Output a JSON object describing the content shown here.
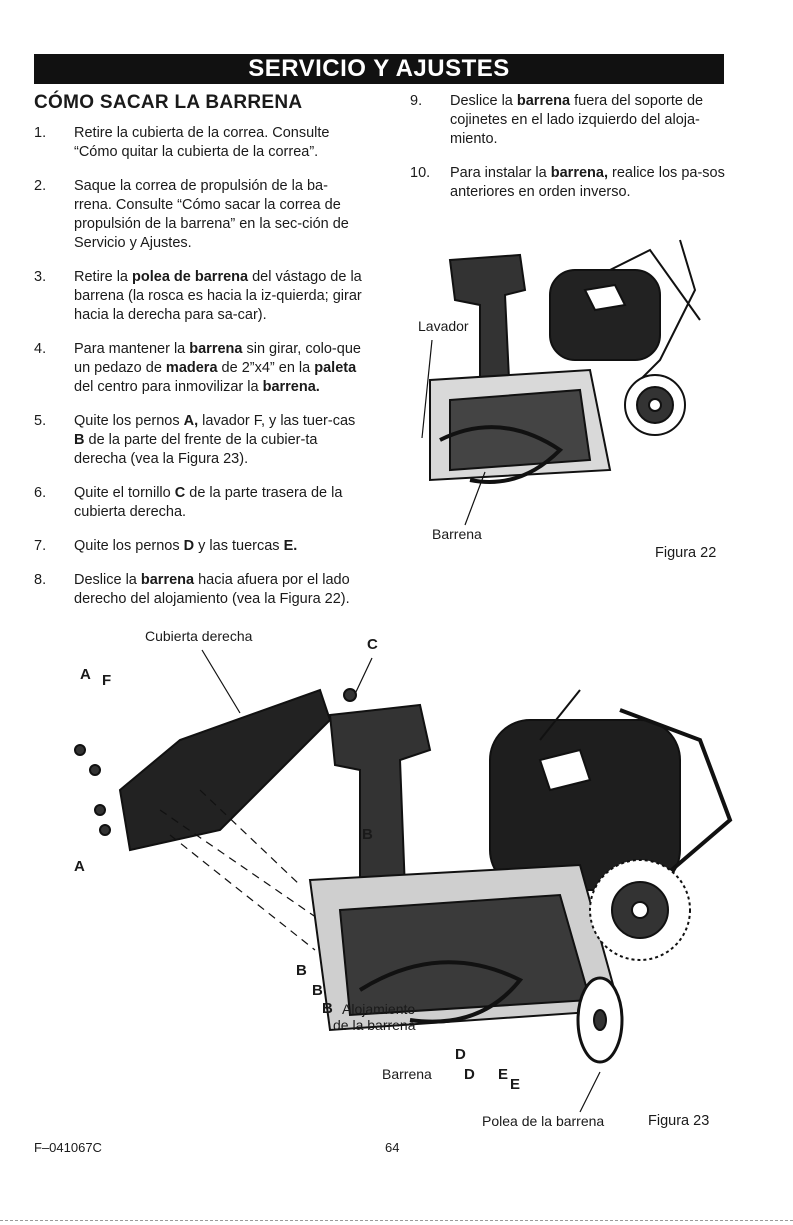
{
  "banner": "SERVICIO Y AJUSTES",
  "section_title": "CÓMO SACAR LA BARRENA",
  "steps_left": [
    {
      "num": "1.",
      "parts": [
        {
          "t": "Retire la cubierta de la correa. Consulte “Cómo quitar la cubierta de la correa”."
        }
      ]
    },
    {
      "num": "2.",
      "parts": [
        {
          "t": "Saque la correa de propulsión de la ba-rrena. Consulte “Cómo sacar la correa de propulsión de la barrena” en la sec-ción de Servicio y Ajustes."
        }
      ]
    },
    {
      "num": "3.",
      "parts": [
        {
          "t": "Retire la "
        },
        {
          "t": "polea de barrena",
          "b": true
        },
        {
          "t": " del vástago de la barrena (la rosca es hacia la iz-quierda; girar hacia la derecha para sa-car)."
        }
      ]
    },
    {
      "num": "4.",
      "parts": [
        {
          "t": "Para mantener la "
        },
        {
          "t": "barrena",
          "b": true
        },
        {
          "t": " sin girar, colo-que un pedazo de "
        },
        {
          "t": "madera",
          "b": true
        },
        {
          "t": " de 2”x4” en la "
        },
        {
          "t": "paleta",
          "b": true
        },
        {
          "t": " del centro para inmovilizar la "
        },
        {
          "t": "barrena.",
          "b": true
        }
      ]
    },
    {
      "num": "5.",
      "parts": [
        {
          "t": "Quite los pernos "
        },
        {
          "t": "A,",
          "b": true
        },
        {
          "t": " lavador F, y las tuer-cas "
        },
        {
          "t": "B",
          "b": true
        },
        {
          "t": " de la parte del frente de la cubier-ta derecha (vea la Figura 23)."
        }
      ]
    },
    {
      "num": "6.",
      "parts": [
        {
          "t": "Quite el tornillo "
        },
        {
          "t": "C",
          "b": true
        },
        {
          "t": " de la parte trasera de la cubierta derecha."
        }
      ]
    },
    {
      "num": "7.",
      "parts": [
        {
          "t": "Quite los pernos "
        },
        {
          "t": "D",
          "b": true
        },
        {
          "t": " y las tuercas "
        },
        {
          "t": "E.",
          "b": true
        }
      ]
    },
    {
      "num": "8.",
      "parts": [
        {
          "t": "Deslice la "
        },
        {
          "t": "barrena",
          "b": true
        },
        {
          "t": " hacia afuera por el lado derecho del alojamiento (vea la Figura 22)."
        }
      ]
    }
  ],
  "steps_right": [
    {
      "num": "9.",
      "parts": [
        {
          "t": "Deslice la "
        },
        {
          "t": "barrena",
          "b": true
        },
        {
          "t": " fuera del soporte de cojinetes en el lado izquierdo del aloja-miento."
        }
      ]
    },
    {
      "num": "10.",
      "parts": [
        {
          "t": "Para instalar la "
        },
        {
          "t": "barrena,",
          "b": true
        },
        {
          "t": " realice los pa-sos anteriores en orden inverso."
        }
      ]
    }
  ],
  "fig22": {
    "label_lavador": "Lavador",
    "label_barrena": "Barrena",
    "caption": "Figura 22"
  },
  "fig23": {
    "label_cubierta": "Cubierta derecha",
    "label_c": "C",
    "label_a_top": "A",
    "label_f": "F",
    "label_a_bottom": "A",
    "label_b1": "B",
    "label_b2": "B",
    "label_b3": "B",
    "label_b4": "B",
    "label_alojamiento_1": "Alojamiento",
    "label_alojamiento_2": "de la barrena",
    "label_d1": "D",
    "label_barrena": "Barrena",
    "label_d2": "D",
    "label_e1": "E",
    "label_e2": "E",
    "label_polea": "Polea de la barrena",
    "caption": "Figura 23"
  },
  "footer": {
    "code": "F–041067C",
    "page": "64"
  }
}
